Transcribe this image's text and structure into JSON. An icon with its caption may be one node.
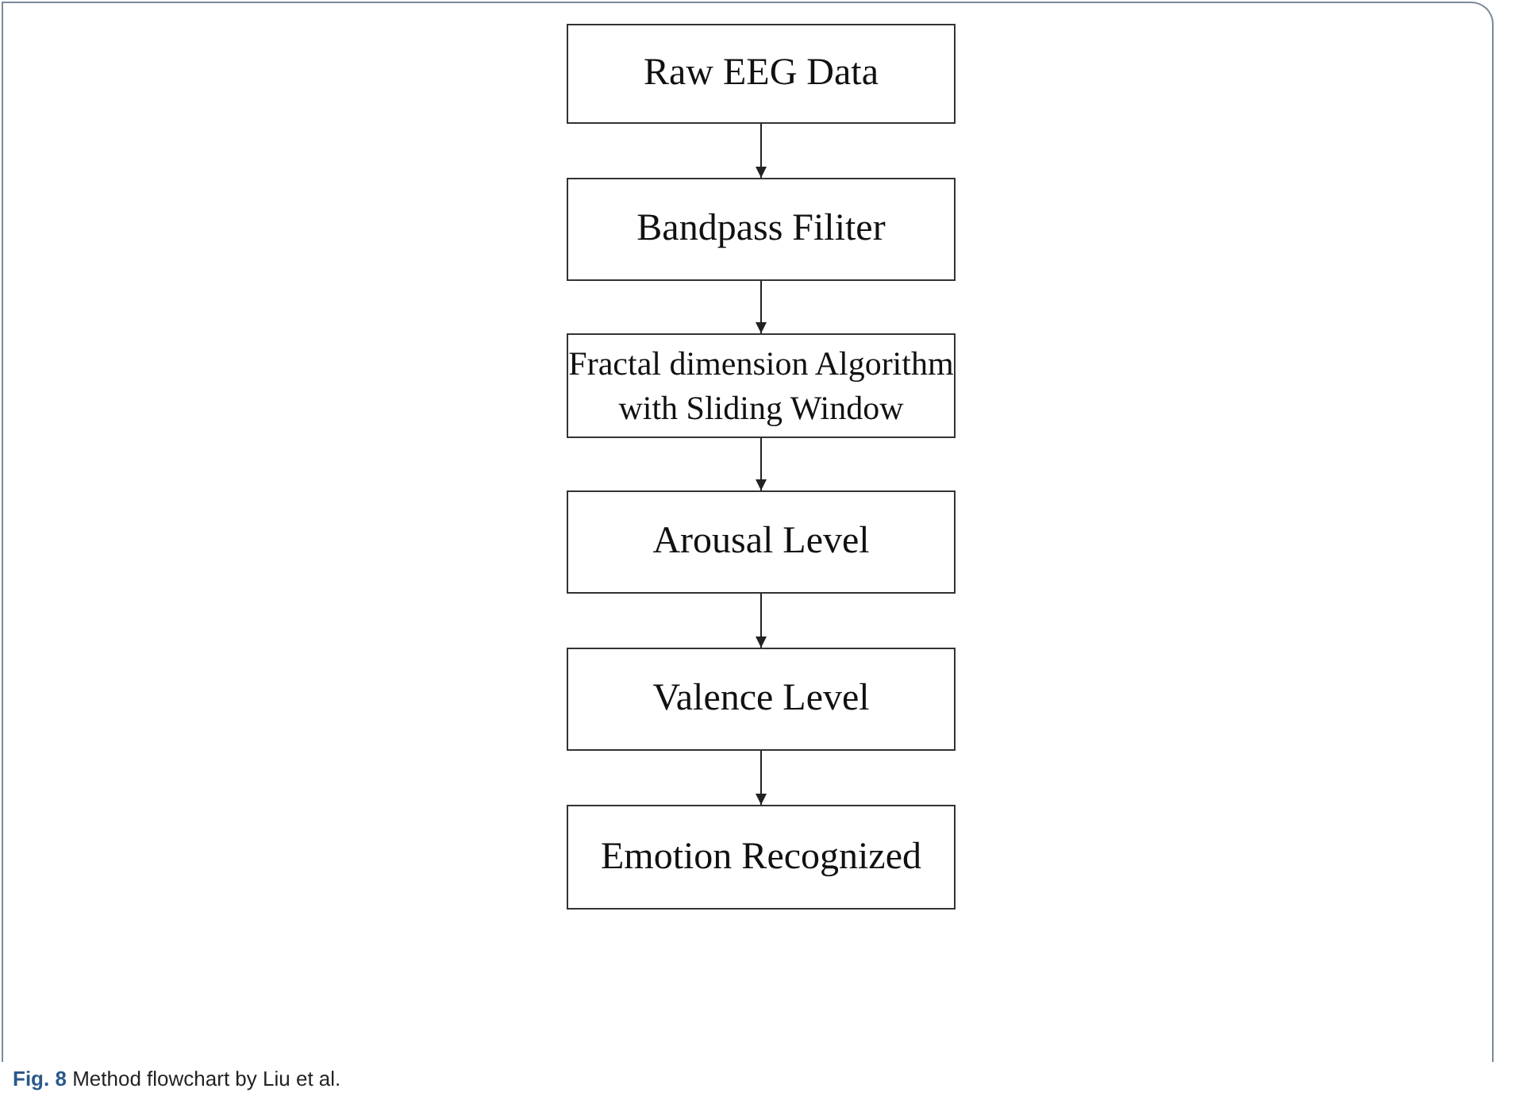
{
  "diagram": {
    "caption": "**Fig. 8** Method flowchart by Liu et al.",
    "nodes": [
      {
        "text": [
          "Raw EEG Data"
        ]
      },
      {
        "text": [
          "Bandpass Filiter"
        ]
      },
      {
        "text": [
          "Fractal dimension Algorithm with Sliding Window"
        ]
      },
      {
        "text": [
          "Arousal Level"
        ]
      },
      {
        "text": [
          "Valence Level"
        ]
      },
      {
        "text": [
          "Emotion Recognized"
        ]
      }
    ],
    "edges": [
      {
        "from": 0,
        "to": 1,
        "arrow": "to"
      },
      {
        "from": 1,
        "to": 2,
        "arrow": "to"
      },
      {
        "from": 2,
        "to": 3,
        "arrow": "to"
      },
      {
        "from": 3,
        "to": 4,
        "arrow": "to"
      },
      {
        "from": 4,
        "to": 5,
        "arrow": "to"
      }
    ]
  }
}
